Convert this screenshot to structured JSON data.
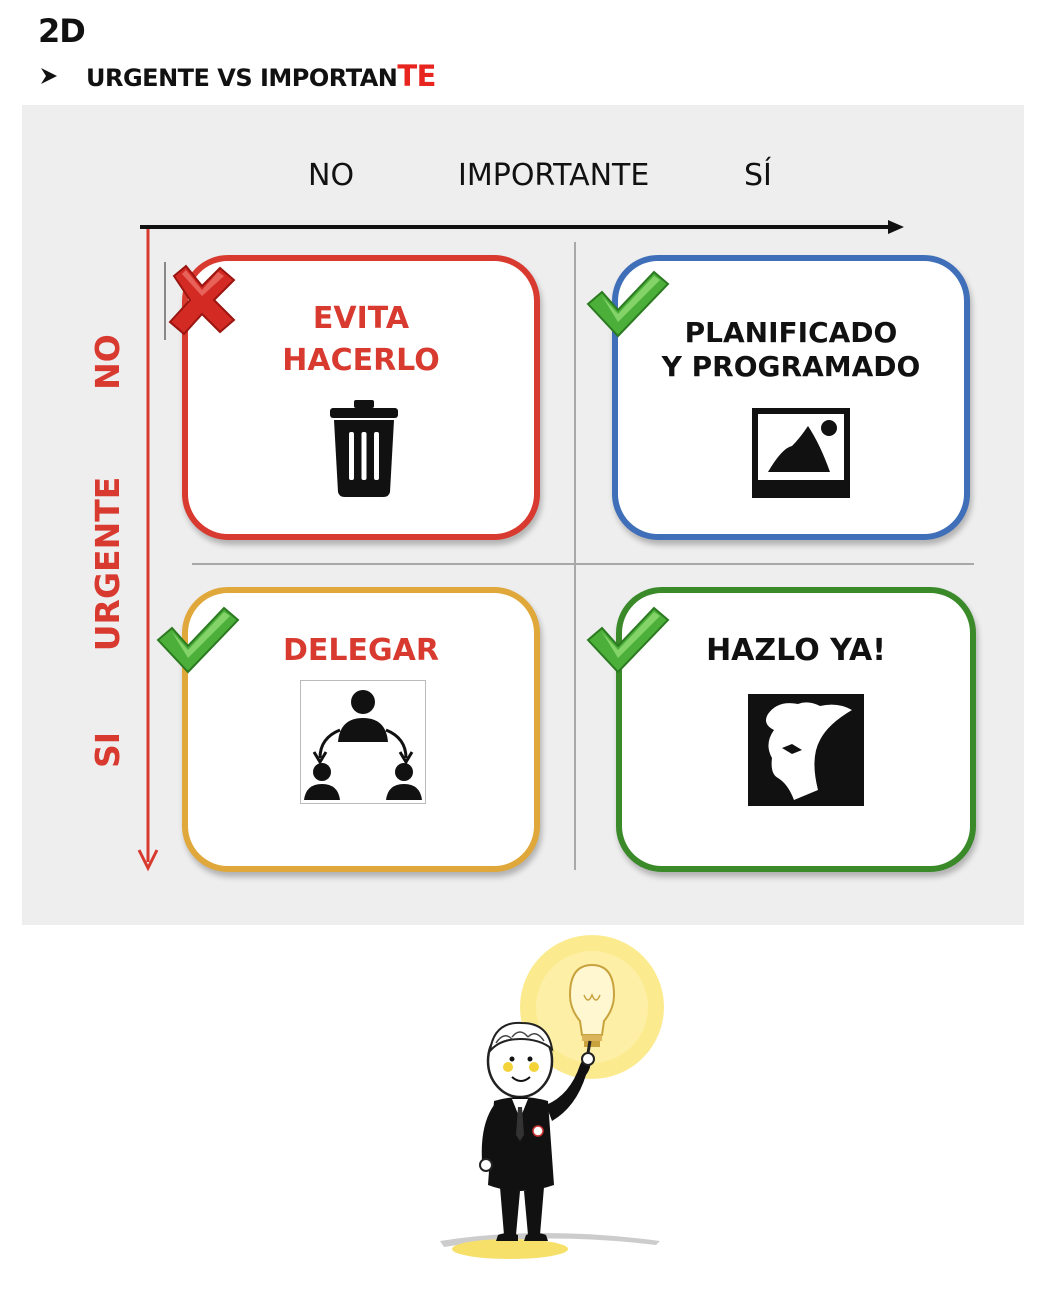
{
  "header": {
    "title": "2D",
    "subtitle_main": "URGENTE VS IMPORTAN",
    "subtitle_accent": "TE"
  },
  "matrix": {
    "x_axis": {
      "no": "NO",
      "title": "IMPORTANTE",
      "yes": "SÍ"
    },
    "y_axis": {
      "no": "NO",
      "title": "URGENTE",
      "yes": "SI"
    },
    "quadrants": [
      {
        "title_line1": "EVITA",
        "title_line2": "HACERLO",
        "color": "#d83a30",
        "mark": "cross-icon",
        "icon": "trash-icon"
      },
      {
        "title_line1": "PLANIFICADO",
        "title_line2": "Y PROGRAMADO",
        "color": "#3f6fb8",
        "mark": "check-icon",
        "icon": "picture-icon"
      },
      {
        "title_line1": "DELEGAR",
        "title_line2": "",
        "color": "#e0a83a",
        "mark": "check-icon",
        "icon": "delegate-icon"
      },
      {
        "title_line1": "HAZLO YA!",
        "title_line2": "",
        "color": "#3a8a2a",
        "mark": "check-icon",
        "icon": "action-icon"
      }
    ],
    "colors": {
      "axis_x": "#111111",
      "axis_y": "#d83a30",
      "panel_bg": "#eeeeee"
    }
  },
  "illustration": "businessman-idea-lightbulb"
}
